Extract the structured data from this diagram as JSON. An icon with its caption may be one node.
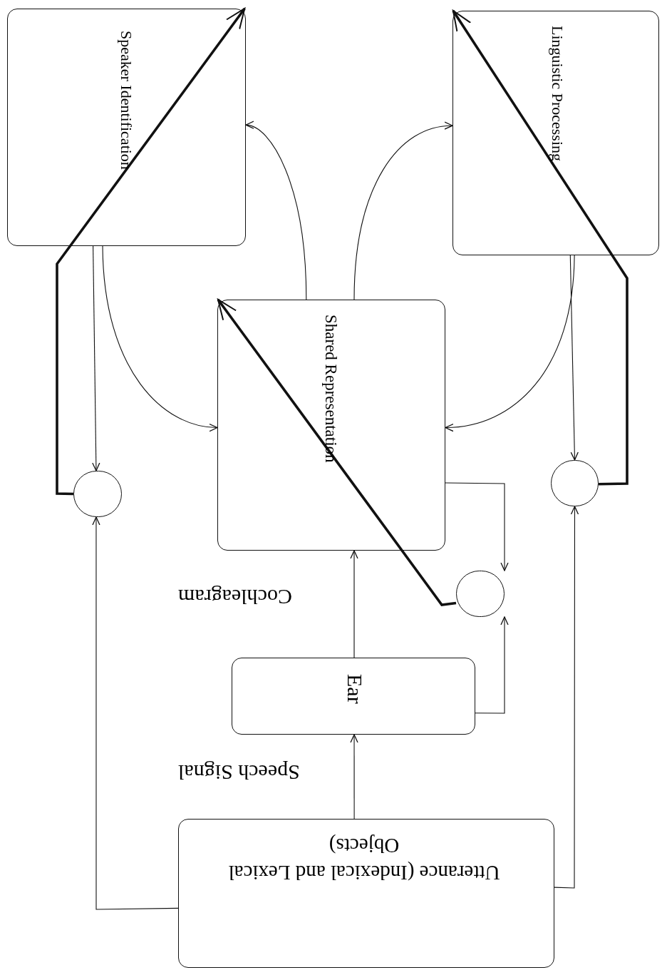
{
  "diagram": {
    "nodes": [
      {
        "text": [
          "Speaker Identification"
        ]
      },
      {
        "text": [
          "Linguistic Processing"
        ]
      },
      {
        "text": [
          "Shared Representation"
        ]
      },
      {
        "text": [],
        "shape": "circle"
      },
      {
        "text": [],
        "shape": "circle"
      },
      {
        "text": [],
        "shape": "circle"
      },
      {
        "text": [
          "Ear"
        ]
      },
      {
        "text": [
          "Utterance (Indexical and Lexical Objects)"
        ]
      }
    ],
    "edges": [
      {
        "from": 7,
        "to": 6,
        "arrow": "to",
        "label": "Speech Signal"
      },
      {
        "from": 6,
        "to": 2,
        "arrow": "to",
        "label": "Cochleagram"
      },
      {
        "from": 6,
        "to": 5,
        "arrow": "to"
      },
      {
        "from": 2,
        "to": 5,
        "arrow": "to"
      },
      {
        "from": 7,
        "to": 3,
        "arrow": "to"
      },
      {
        "from": 7,
        "to": 4,
        "arrow": "to"
      },
      {
        "from": 0,
        "to": 3,
        "arrow": "to"
      },
      {
        "from": 1,
        "to": 4,
        "arrow": "to"
      },
      {
        "from": 0,
        "to": 2,
        "arrow": "to"
      },
      {
        "from": 2,
        "to": 0,
        "arrow": "to"
      },
      {
        "from": 2,
        "to": 1,
        "arrow": "to"
      },
      {
        "from": 1,
        "to": 2,
        "arrow": "to"
      },
      {
        "from": 3,
        "to": 0,
        "arrow": "to",
        "style": "thick"
      },
      {
        "from": 5,
        "to": 2,
        "arrow": "to",
        "style": "thick"
      },
      {
        "from": 4,
        "to": 1,
        "arrow": "to",
        "style": "thick"
      }
    ]
  }
}
